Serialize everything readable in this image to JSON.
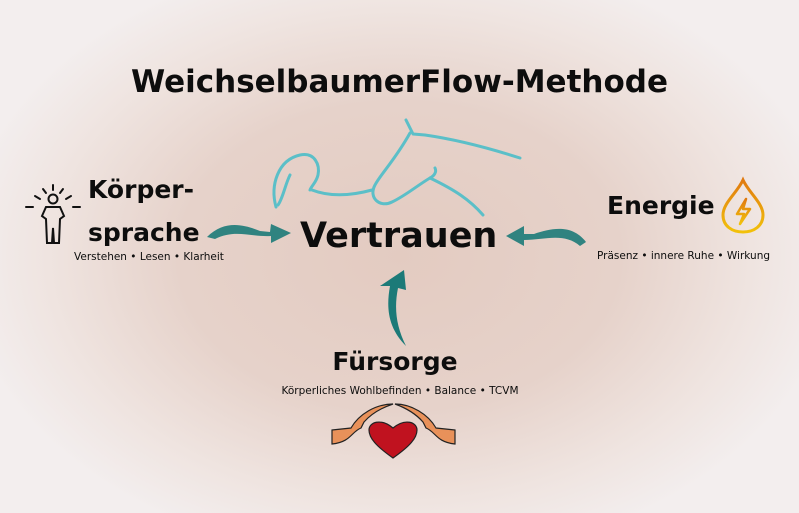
{
  "title": "WeichselbaumerFlow-Methode",
  "center": {
    "label": "Vertrauen"
  },
  "koerpersprache": {
    "line1": "Körper-",
    "line2": "sprache",
    "subtitle": "Verstehen • Lesen • Klarheit",
    "icon": "person-radiating-icon"
  },
  "energie": {
    "label": "Energie",
    "subtitle": "Präsenz • innere Ruhe • Wirkung",
    "icon": "energy-drop-icon"
  },
  "fuersorge": {
    "label": "Fürsorge",
    "subtitle": "Körperliches Wohlbefinden • Balance • TCVM",
    "icon": "hands-heart-icon"
  },
  "colors": {
    "arrow": "#1c7a78",
    "horse": "#5bbfc8",
    "heart": "#c0121f",
    "hands": "#e8915a",
    "drop_top": "#e07a10",
    "drop_bottom": "#f2c10a"
  }
}
